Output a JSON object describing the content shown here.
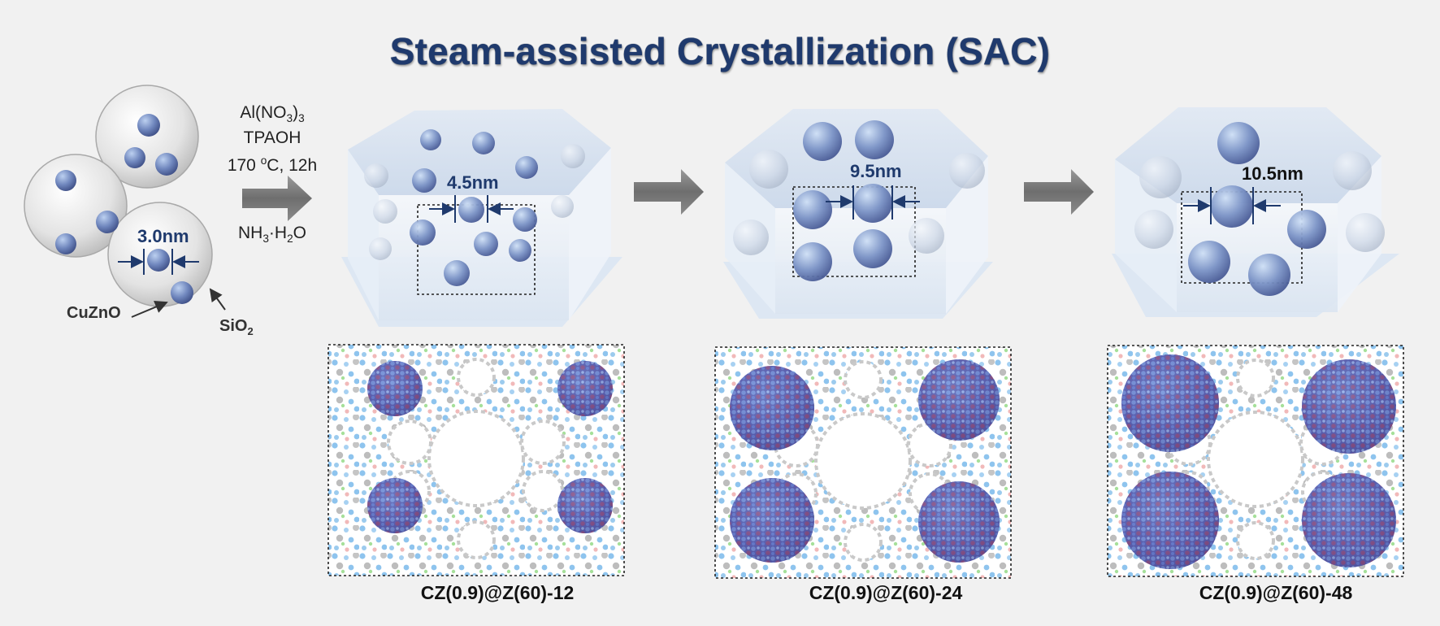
{
  "title": "Steam-assisted Crystallization (SAC)",
  "conditions": {
    "reagent_al_main": "Al(NO",
    "reagent_al_sub": "3",
    "reagent_al_close": ")",
    "reagent_al_sub2": "3",
    "reagent_tpaoh": "TPAOH",
    "temperature_prefix": "170 ",
    "temperature_sup": "o",
    "temperature_suffix": "C, 12h",
    "ammonia_main": "NH",
    "ammonia_sub": "3",
    "ammonia_rest": "·H",
    "ammonia_sub2": "2",
    "ammonia_end": "O"
  },
  "precursor": {
    "size_label": "3.0nm",
    "core_label": "CuZnO",
    "shell_label_main": "SiO",
    "shell_label_sub": "2"
  },
  "samples": [
    {
      "size_label": "4.5nm",
      "name": "CZ(0.9)@Z(60)-12"
    },
    {
      "size_label": "9.5nm",
      "name": "CZ(0.9)@Z(60)-24"
    },
    {
      "size_label": "10.5nm",
      "name": "CZ(0.9)@Z(60)-48"
    }
  ],
  "colors": {
    "title": "#1f3a6d",
    "dimension": "#1f3a6d",
    "arrow": "#7a7a7a",
    "crystal": "#c9d9ee",
    "particle": "#6f86bd",
    "framework_atom": "#8ec4ee",
    "framework_ring": "#c9c9c9"
  }
}
